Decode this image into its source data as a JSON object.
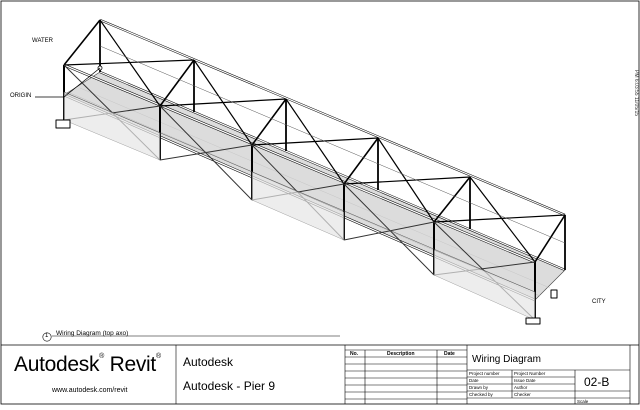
{
  "view": {
    "water_label": "WATER",
    "origin_label": "ORIGIN",
    "city_label": "CITY",
    "caption_number": "1",
    "caption_text": "Wiring Diagram (top axo)"
  },
  "titleblock": {
    "brand": "Autodesk",
    "brand_product": "Revit",
    "website": "www.autodesk.com/revit",
    "owner": "Autodesk",
    "project_name": "Autodesk - Pier 9",
    "rev_headers": {
      "no": "No.",
      "description": "Description",
      "date": "Date"
    },
    "sheet_title": "Wiring Diagram",
    "fields": {
      "project_number_label": "Project number",
      "project_number_value": "Project Number",
      "date_label": "Date",
      "date_value": "Issue Date",
      "drawn_by_label": "Drawn by",
      "drawn_by_value": "Author",
      "checked_by_label": "Checked by",
      "checked_by_value": "Checker",
      "scale_label": "Scale"
    },
    "sheet_number": "02-B",
    "side_stamp": "PM 6:03:55 11/05/15"
  }
}
